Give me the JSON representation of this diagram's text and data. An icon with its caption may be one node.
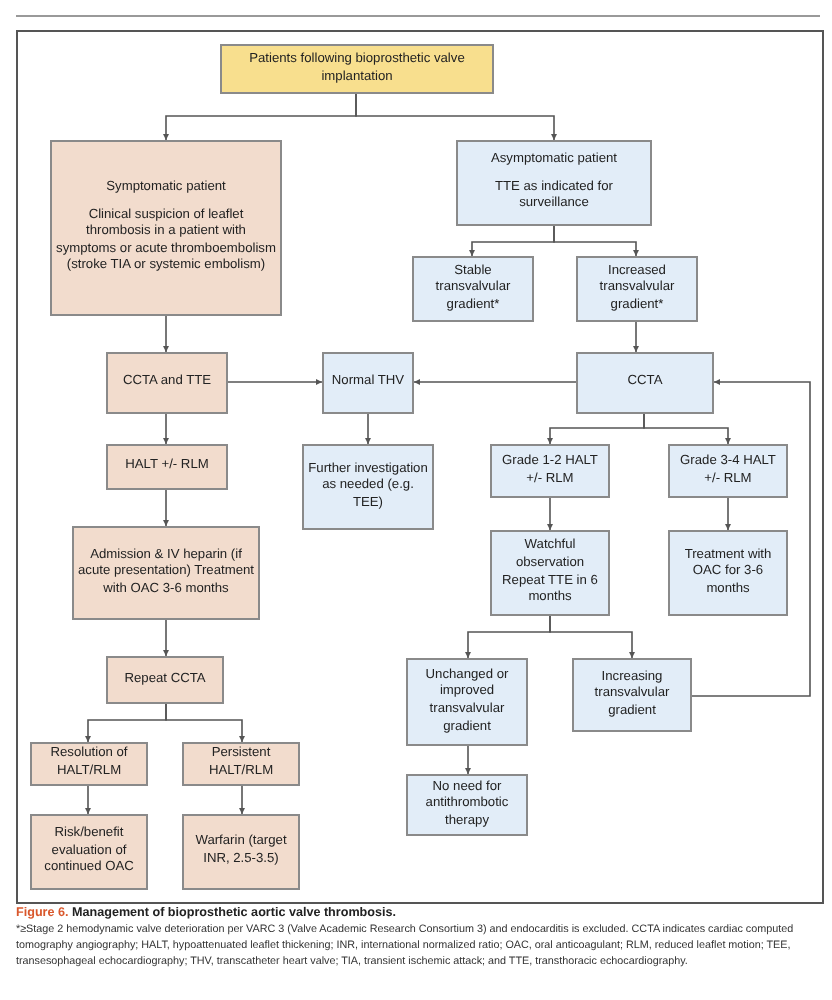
{
  "diagram": {
    "caption": "Management of bioprosthetic aortic valve thrombosis.",
    "nodes": [
      {
        "text": [
          "Patients following bioprosthetic valve implantation"
        ]
      },
      {
        "text": [
          "Symptomatic patient",
          "Clinical suspicion of leaflet thrombosis in a patient with symptoms or acute thromboembolism (stroke TIA or systemic embolism)"
        ]
      },
      {
        "text": [
          "Asymptomatic patient",
          "TTE as indicated for surveillance"
        ]
      },
      {
        "text": [
          "Stable transvalvular gradient*"
        ]
      },
      {
        "text": [
          "Increased transvalvular gradient*"
        ]
      },
      {
        "text": [
          "CCTA and TTE"
        ]
      },
      {
        "text": [
          "Normal THV"
        ]
      },
      {
        "text": [
          "CCTA"
        ]
      },
      {
        "text": [
          "HALT +/- RLM"
        ]
      },
      {
        "text": [
          "Further investigation as needed (e.g. TEE)"
        ]
      },
      {
        "text": [
          "Grade 1-2 HALT +/- RLM"
        ]
      },
      {
        "text": [
          "Grade 3-4 HALT +/- RLM"
        ]
      },
      {
        "text": [
          "Admission & IV heparin (if acute presentation) Treatment with OAC 3-6 months"
        ]
      },
      {
        "text": [
          "Watchful observation Repeat TTE in 6 months"
        ]
      },
      {
        "text": [
          "Treatment with OAC for 3-6 months"
        ]
      },
      {
        "text": [
          "Repeat CCTA"
        ]
      },
      {
        "text": [
          "Unchanged or improved transvalvular gradient"
        ]
      },
      {
        "text": [
          "Increasing transvalvular gradient"
        ]
      },
      {
        "text": [
          "Resolution of HALT/RLM"
        ]
      },
      {
        "text": [
          "Persistent HALT/RLM"
        ]
      },
      {
        "text": [
          "Risk/benefit evaluation of continued OAC"
        ]
      },
      {
        "text": [
          "Warfarin (target INR, 2.5-3.5)"
        ]
      },
      {
        "text": [
          "No need for antithrombotic therapy"
        ]
      }
    ],
    "edges": [
      {
        "from": 0,
        "to": 1,
        "arrow": "to"
      },
      {
        "from": 0,
        "to": 2,
        "arrow": "to"
      },
      {
        "from": 1,
        "to": 5,
        "arrow": "to"
      },
      {
        "from": 5,
        "to": 6,
        "arrow": "to"
      },
      {
        "from": 5,
        "to": 8,
        "arrow": "to"
      },
      {
        "from": 2,
        "to": 3,
        "arrow": "to"
      },
      {
        "from": 2,
        "to": 4,
        "arrow": "to"
      },
      {
        "from": 4,
        "to": 7,
        "arrow": "to"
      },
      {
        "from": 7,
        "to": 6,
        "arrow": "to"
      },
      {
        "from": 6,
        "to": 9,
        "arrow": "to"
      },
      {
        "from": 7,
        "to": 10,
        "arrow": "to"
      },
      {
        "from": 7,
        "to": 11,
        "arrow": "to"
      },
      {
        "from": 8,
        "to": 12,
        "arrow": "to"
      },
      {
        "from": 10,
        "to": 13,
        "arrow": "to"
      },
      {
        "from": 11,
        "to": 14,
        "arrow": "to"
      },
      {
        "from": 12,
        "to": 15,
        "arrow": "to"
      },
      {
        "from": 13,
        "to": 16,
        "arrow": "to"
      },
      {
        "from": 13,
        "to": 17,
        "arrow": "to"
      },
      {
        "from": 17,
        "to": 7,
        "arrow": "to"
      },
      {
        "from": 15,
        "to": 18,
        "arrow": "to"
      },
      {
        "from": 15,
        "to": 19,
        "arrow": "to"
      },
      {
        "from": 18,
        "to": 20,
        "arrow": "to"
      },
      {
        "from": 19,
        "to": 21,
        "arrow": "to"
      },
      {
        "from": 16,
        "to": 22,
        "arrow": "to"
      }
    ],
    "labels": [
      "Figure 6.",
      "*≥Stage 2 hemodynamic valve deterioration per VARC 3 (Valve Academic Research Consortium 3) and endocarditis is excluded. CCTA indicates cardiac computed tomography angiography; HALT, hypoattenuated leaflet thickening; INR, international normalized ratio; OAC, oral anticoagulant; RLM, reduced leaflet motion; TEE, transesophageal echocardiography; THV, transcatheter heart valve; TIA, transient ischemic attack; and TTE, transthoracic echocardiography."
    ]
  }
}
